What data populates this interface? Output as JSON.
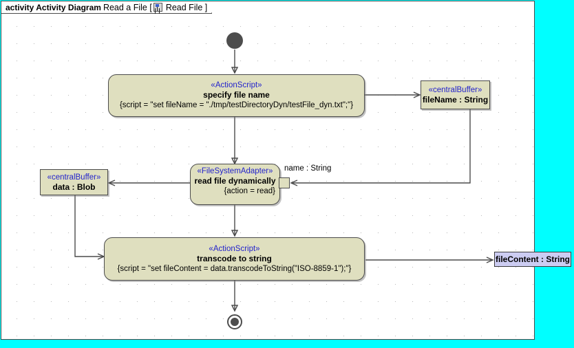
{
  "frame": {
    "keyword": "activity Activity Diagram",
    "title": "Read a File [",
    "icon": "diagram-icon",
    "tab_name": "Read File ]",
    "background_color": "#ffffff",
    "outside_color": "#00ffff",
    "border_color": "#4a4a4a"
  },
  "colors": {
    "action_fill": "#dfdfbf",
    "object_fill": "#ccccf2",
    "stereotype_text": "#2222cc",
    "line": "#4a4a4a",
    "initial_final": "#4d4d4d"
  },
  "nodes": {
    "initial": {
      "name": "initial-node"
    },
    "specify_file_name": {
      "stereotype": "«ActionScript»",
      "name": "specify file name",
      "constraint": "{script = \"set fileName = \"./tmp/testDirectoryDyn/testFile_dyn.txt\";\"}"
    },
    "filename_buffer": {
      "stereotype": "«centralBuffer»",
      "name": "fileName : String"
    },
    "read_file": {
      "stereotype": "«FileSystemAdapter»",
      "name": "read file dynamically",
      "constraint": "{action = read}",
      "input_pin_label": "name : String"
    },
    "data_buffer": {
      "stereotype": "«centralBuffer»",
      "name": "data : Blob"
    },
    "transcode": {
      "stereotype": "«ActionScript»",
      "name": "transcode to string",
      "constraint": "{script = \"set fileContent = data.transcodeToString(\"ISO-8859-1\");\"}"
    },
    "file_content": {
      "name": "fileContent : String"
    },
    "final": {
      "name": "activity-final-node"
    }
  }
}
